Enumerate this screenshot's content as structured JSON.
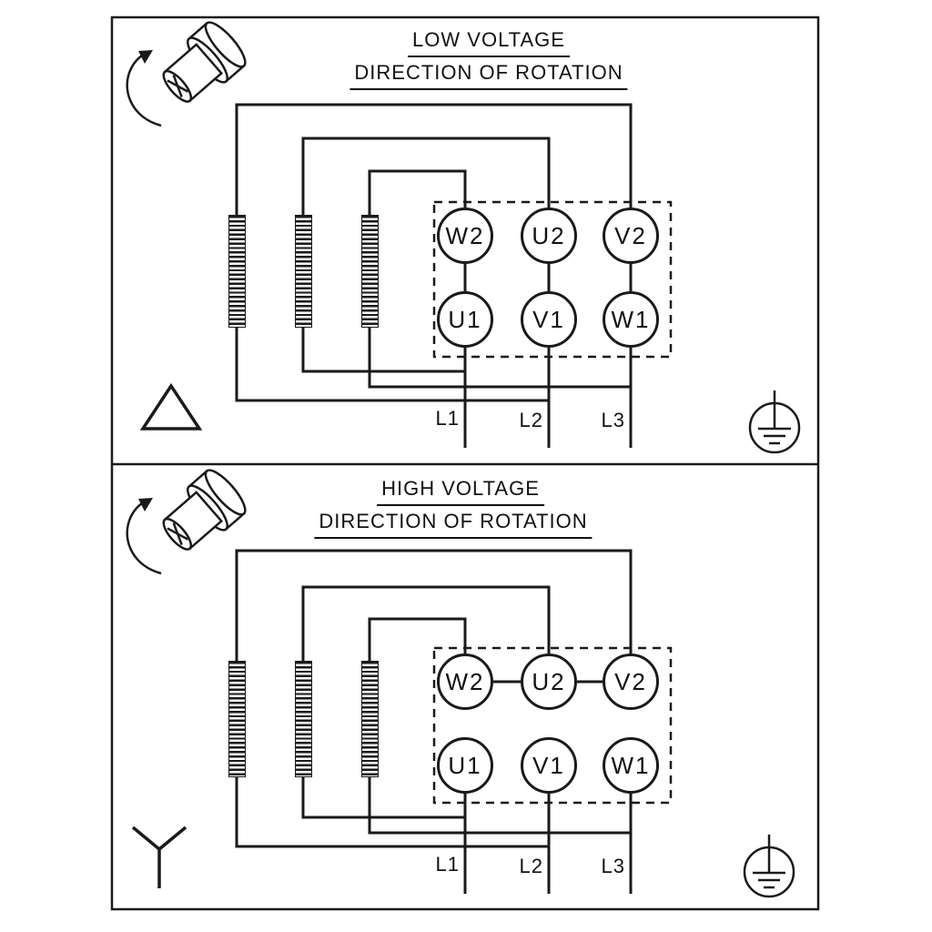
{
  "diagram": {
    "colors": {
      "line": "#1a1a1a",
      "background": "#ffffff"
    },
    "icons": {
      "rotation": "rotation-direction-icon",
      "ground": "protective-earth-ground-icon",
      "low_voltage_connection": "delta-symbol",
      "high_voltage_connection": "star-symbol",
      "winding": "motor-winding-coil"
    },
    "panels": [
      {
        "title": "LOW VOLTAGE",
        "subtitle": "DIRECTION OF ROTATION",
        "connection": "delta",
        "terminals_top": [
          "W2",
          "U2",
          "V2"
        ],
        "terminals_bottom": [
          "U1",
          "V1",
          "W1"
        ],
        "supply_lines": [
          "L1",
          "L2",
          "L3"
        ]
      },
      {
        "title": "HIGH VOLTAGE",
        "subtitle": "DIRECTION OF ROTATION",
        "connection": "star",
        "terminals_top": [
          "W2",
          "U2",
          "V2"
        ],
        "terminals_bottom": [
          "U1",
          "V1",
          "W1"
        ],
        "supply_lines": [
          "L1",
          "L2",
          "L3"
        ]
      }
    ]
  }
}
